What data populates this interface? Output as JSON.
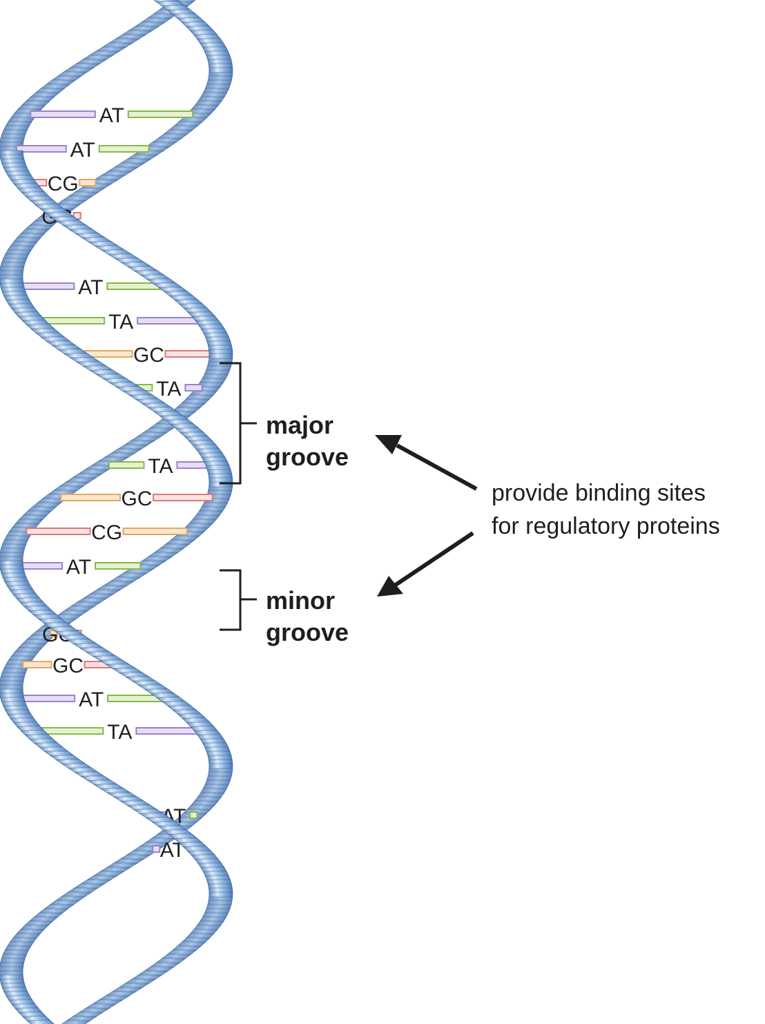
{
  "colors": {
    "A": {
      "fill": "#e7def5",
      "stroke": "#9b83c9"
    },
    "T": {
      "fill": "#e6f2cf",
      "stroke": "#86b84a"
    },
    "C": {
      "fill": "#fbe1e1",
      "stroke": "#d97a7a"
    },
    "G": {
      "fill": "#fbe6cc",
      "stroke": "#e0a866"
    },
    "ribbon_light": "#dcebfa",
    "ribbon_mid": "#85aedb",
    "ribbon_dark": "#4f79b1",
    "ribbon_edge": "#355e97",
    "ink": "#1e1e1e"
  },
  "base_pairs": [
    "AT",
    "AT",
    "CG",
    "GC",
    "AT",
    "TA",
    "GC",
    "TA",
    "TA",
    "GC",
    "CG",
    "AT",
    "GC",
    "GC",
    "AT",
    "TA",
    "AT",
    "AT"
  ],
  "labels": {
    "major_groove_line1": "major",
    "major_groove_line2": "groove",
    "minor_groove_line1": "minor",
    "minor_groove_line2": "groove",
    "binding_note_line1": "provide binding sites",
    "binding_note_line2": "for regulatory proteins"
  },
  "icons": {
    "major_bracket": "bracket",
    "minor_bracket": "bracket",
    "arrow_to_major": "arrow",
    "arrow_to_minor": "arrow"
  }
}
